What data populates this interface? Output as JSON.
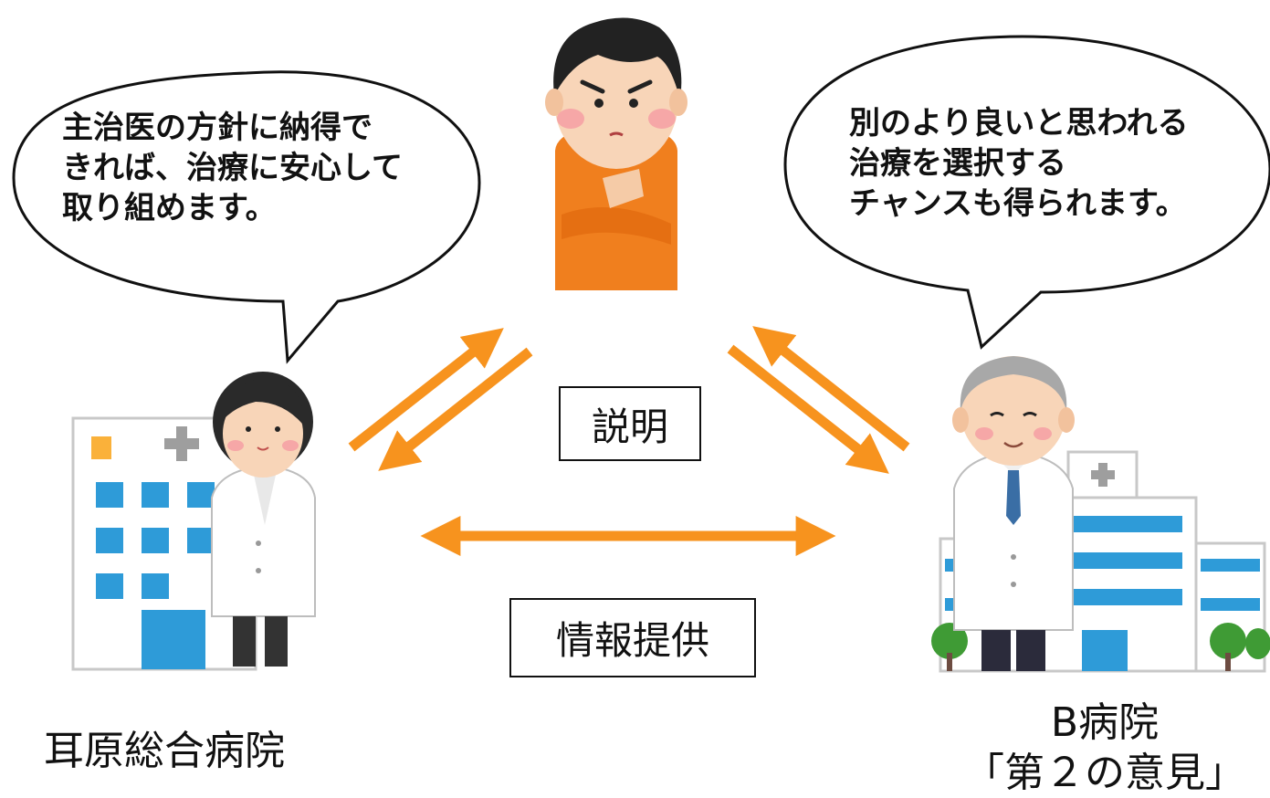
{
  "bubbles": {
    "left_text": "主治医の方針に納得で\nきれば、治療に安心して\n取り組めます。",
    "right_text": "別のより良いと思われる\n治療を選択する\nチャンスも得られます。"
  },
  "labels": {
    "explanation": "説明",
    "info_provision": "情報提供",
    "hospital_left": "耳原総合病院",
    "hospital_right_line1": "B病院",
    "hospital_right_line2": "「第２の意見」"
  },
  "colors": {
    "arrow": "#F7931E",
    "patient_shirt": "#F07F1E",
    "window_blue": "#2E9BD8",
    "tree_green": "#3F9B35"
  },
  "icons": {
    "patient": "thinking-patient",
    "doctor_left": "female-doctor",
    "doctor_right": "senior-male-doctor",
    "hospital_left": "hospital-building",
    "hospital_right": "hospital-building"
  }
}
